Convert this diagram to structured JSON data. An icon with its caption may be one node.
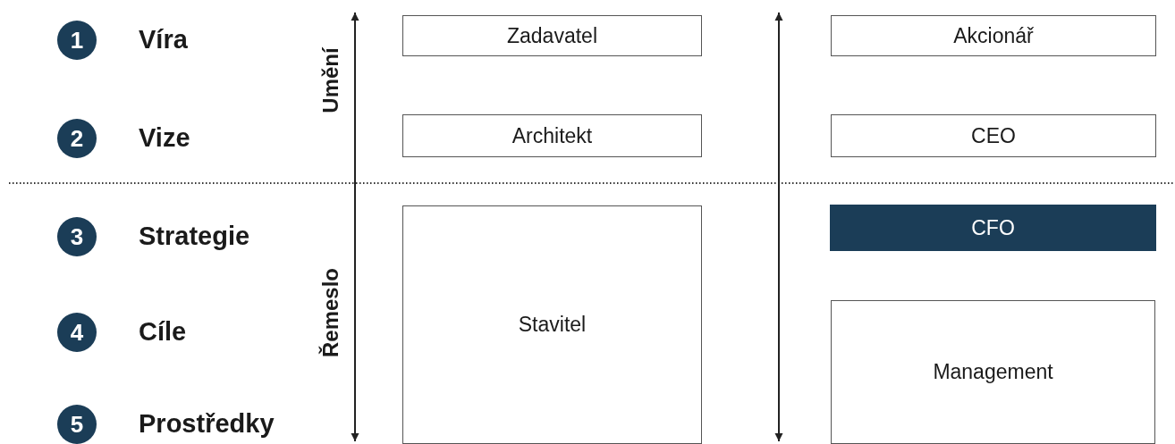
{
  "diagram": {
    "nodes": [
      {
        "text": [
          "1"
        ],
        "beside": [
          "Víra"
        ]
      },
      {
        "text": [
          "2"
        ],
        "beside": [
          "Vize"
        ]
      },
      {
        "text": [
          "3"
        ],
        "beside": [
          "Strategie"
        ]
      },
      {
        "text": [
          "4"
        ],
        "beside": [
          "Cíle"
        ]
      },
      {
        "text": [
          "5"
        ],
        "beside": [
          "Prostředky"
        ]
      },
      {
        "text": [
          "Zadavatel"
        ]
      },
      {
        "text": [
          "Akcionář"
        ]
      },
      {
        "text": [
          "Architekt"
        ]
      },
      {
        "text": [
          "CEO"
        ]
      },
      {
        "text": [
          "Stavitel"
        ]
      },
      {
        "text": [
          "CFO"
        ]
      },
      {
        "text": [
          "Management"
        ]
      }
    ],
    "edges": [],
    "labels": [
      "Umění",
      "Řemeslo"
    ]
  }
}
